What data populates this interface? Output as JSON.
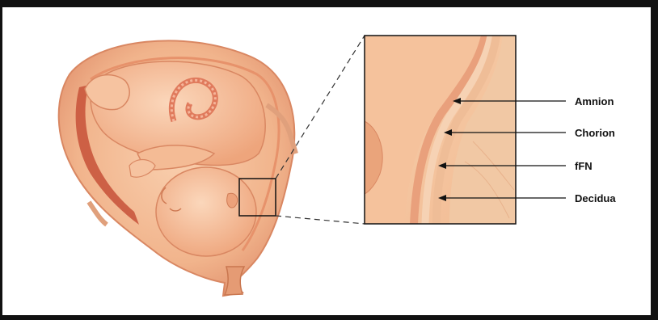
{
  "labels": {
    "amnion": "Amnion",
    "chorion": "Chorion",
    "ffn": "fFN",
    "decidua": "Decidua"
  },
  "colors": {
    "skin": "#f3b48a",
    "skin_dark": "#e08a5e",
    "uterine_wall": "#c9573d",
    "membrane": "#eaa07e",
    "tissue_light": "#f7d3b3",
    "tissue_mid": "#efbf99",
    "frame": "#111111"
  }
}
